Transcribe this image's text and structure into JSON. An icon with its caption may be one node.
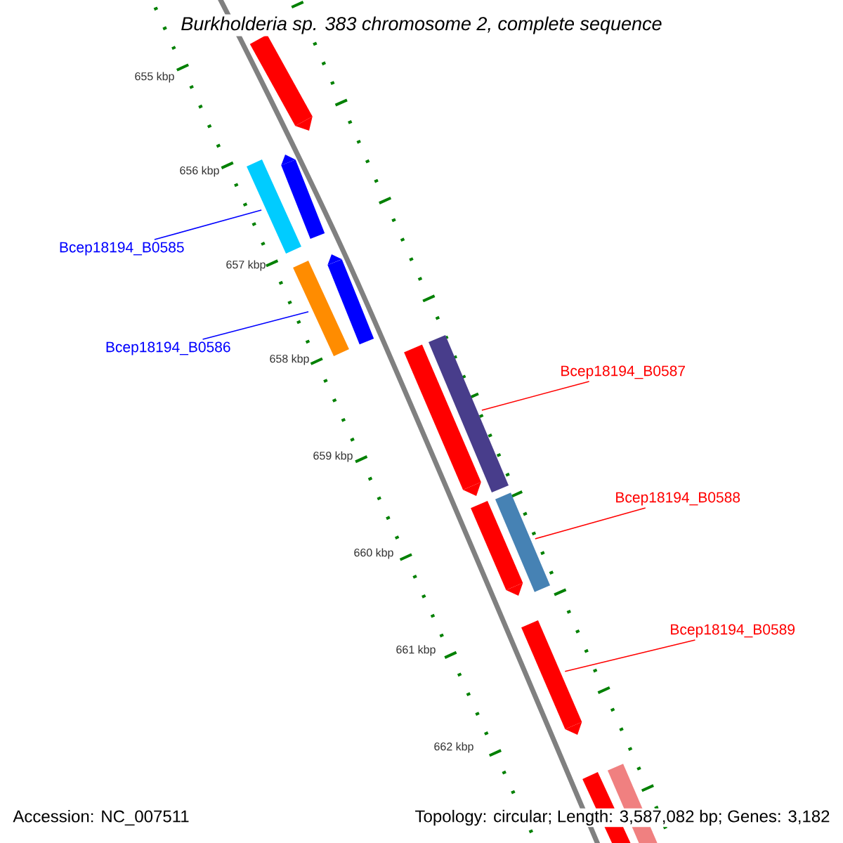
{
  "diagram": {
    "title": "*Burkholderia* sp. 383 chromosome 2, complete sequence",
    "nodes": [
      {
        "text": [
          "Bcep18194_B0585"
        ]
      },
      {
        "text": [
          "Bcep18194_B0586"
        ]
      },
      {
        "text": [
          "Bcep18194_B0587"
        ]
      },
      {
        "text": [
          "Bcep18194_B0588"
        ]
      },
      {
        "text": [
          "Bcep18194_B0589"
        ]
      },
      {
        "text": [],
        "shape": "bar"
      },
      {
        "text": [],
        "shape": "bar"
      },
      {
        "text": [],
        "shape": "bar"
      },
      {
        "text": [],
        "shape": "bar"
      },
      {
        "text": [],
        "shape": "bar"
      },
      {
        "text": [],
        "shape": "bar"
      },
      {
        "text": [],
        "shape": "bar"
      },
      {
        "text": [],
        "shape": "bar"
      },
      {
        "text": [],
        "shape": "bar"
      },
      {
        "text": [],
        "shape": "bar"
      },
      {
        "text": [],
        "shape": "bar"
      },
      {
        "text": [],
        "shape": "bar"
      }
    ],
    "edges": [
      {
        "from": 0,
        "to": 6,
        "arrow": "none",
        "color": "#0000ff"
      },
      {
        "from": 1,
        "to": 8,
        "arrow": "none",
        "color": "#0000ff"
      },
      {
        "from": 2,
        "to": 11,
        "arrow": "none"
      },
      {
        "from": 3,
        "to": 13,
        "arrow": "none"
      },
      {
        "from": 4,
        "to": 14,
        "arrow": "none"
      }
    ],
    "labels": [
      "655 kbp",
      "656 kbp",
      "657 kbp",
      "658 kbp",
      "659 kbp",
      "660 kbp",
      "661 kbp",
      "662 kbp",
      "Accession: NC_007511",
      "Topology: circular; Length: 3,587,082 bp; Genes: 3,182"
    ]
  }
}
